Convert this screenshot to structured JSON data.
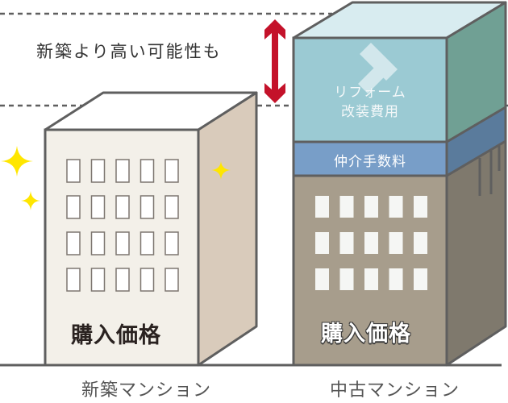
{
  "note": "新築より高い可能性も",
  "new_building": {
    "label": "新築マンション",
    "price_label": "購入価格",
    "window_rows": 4,
    "window_cols": 5
  },
  "used_building": {
    "label": "中古マンション",
    "price_label": "購入価格",
    "fee_label": "仲介手数料",
    "reform_label_line1": "リフォーム",
    "reform_label_line2": "改装費用",
    "window_rows": 3,
    "window_cols": 5
  },
  "icons": {
    "arrow": "double-headed-vertical-arrow",
    "hammer": "hammer-icon",
    "sparkle": "sparkle-icon"
  },
  "colors": {
    "outline": "#5f5f5f",
    "new_front": "#f3f0e9",
    "new_side": "#d9cbbb",
    "used_front": "#a79d8c",
    "used_side": "#7f796d",
    "reform_front": "#9bcad3",
    "reform_top": "#d8ecf0",
    "reform_side": "#70a094",
    "fee_front": "#789ec8",
    "fee_side": "#5a7b9c",
    "arrow": "#c4122a",
    "sparkle": "#ffe600"
  }
}
